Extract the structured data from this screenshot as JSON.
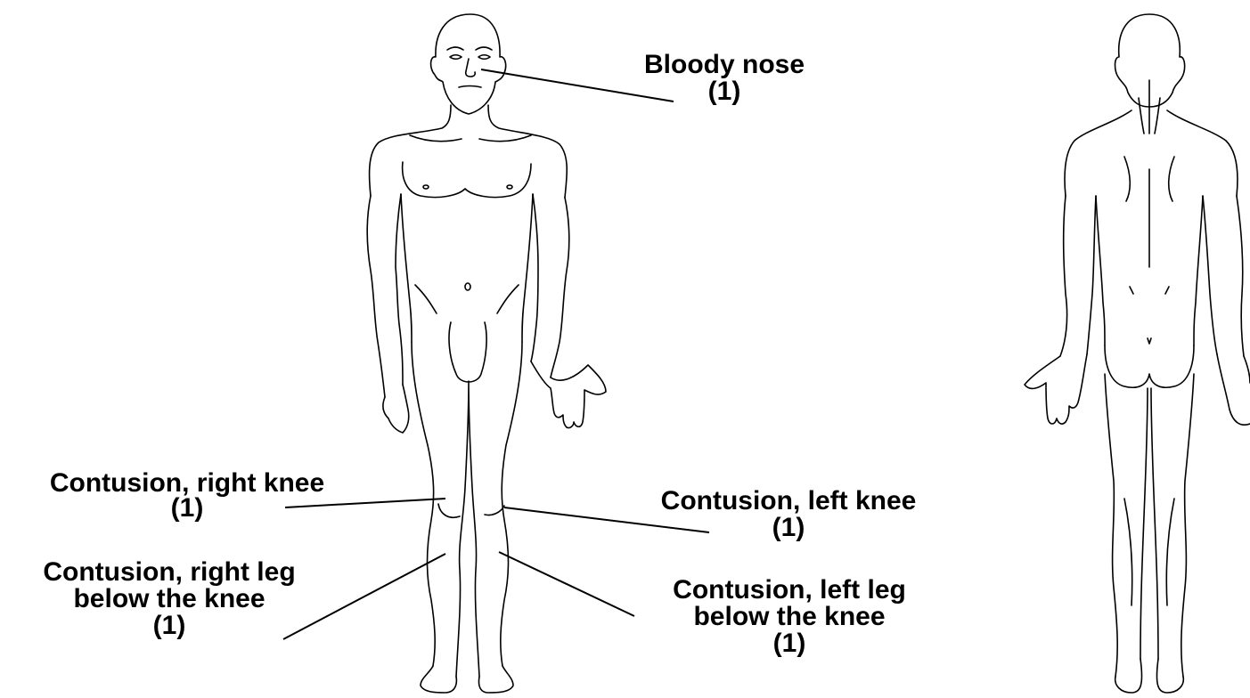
{
  "diagram": {
    "figures": [
      {
        "view": "front"
      },
      {
        "view": "back"
      }
    ],
    "annotations": [
      {
        "id": "bloody-nose",
        "lines": [
          "Bloody nose",
          "(1)"
        ]
      },
      {
        "id": "contusion-right-knee",
        "lines": [
          "Contusion, right knee",
          "(1)"
        ]
      },
      {
        "id": "contusion-left-knee",
        "lines": [
          "Contusion, left knee",
          "(1)"
        ]
      },
      {
        "id": "contusion-right-leg",
        "lines": [
          "Contusion, right leg",
          "below the knee",
          "(1)"
        ]
      },
      {
        "id": "contusion-left-leg",
        "lines": [
          "Contusion, left leg",
          "below the knee",
          "(1)"
        ]
      }
    ]
  },
  "colors": {
    "ink": "#000000",
    "background": "#ffffff"
  }
}
